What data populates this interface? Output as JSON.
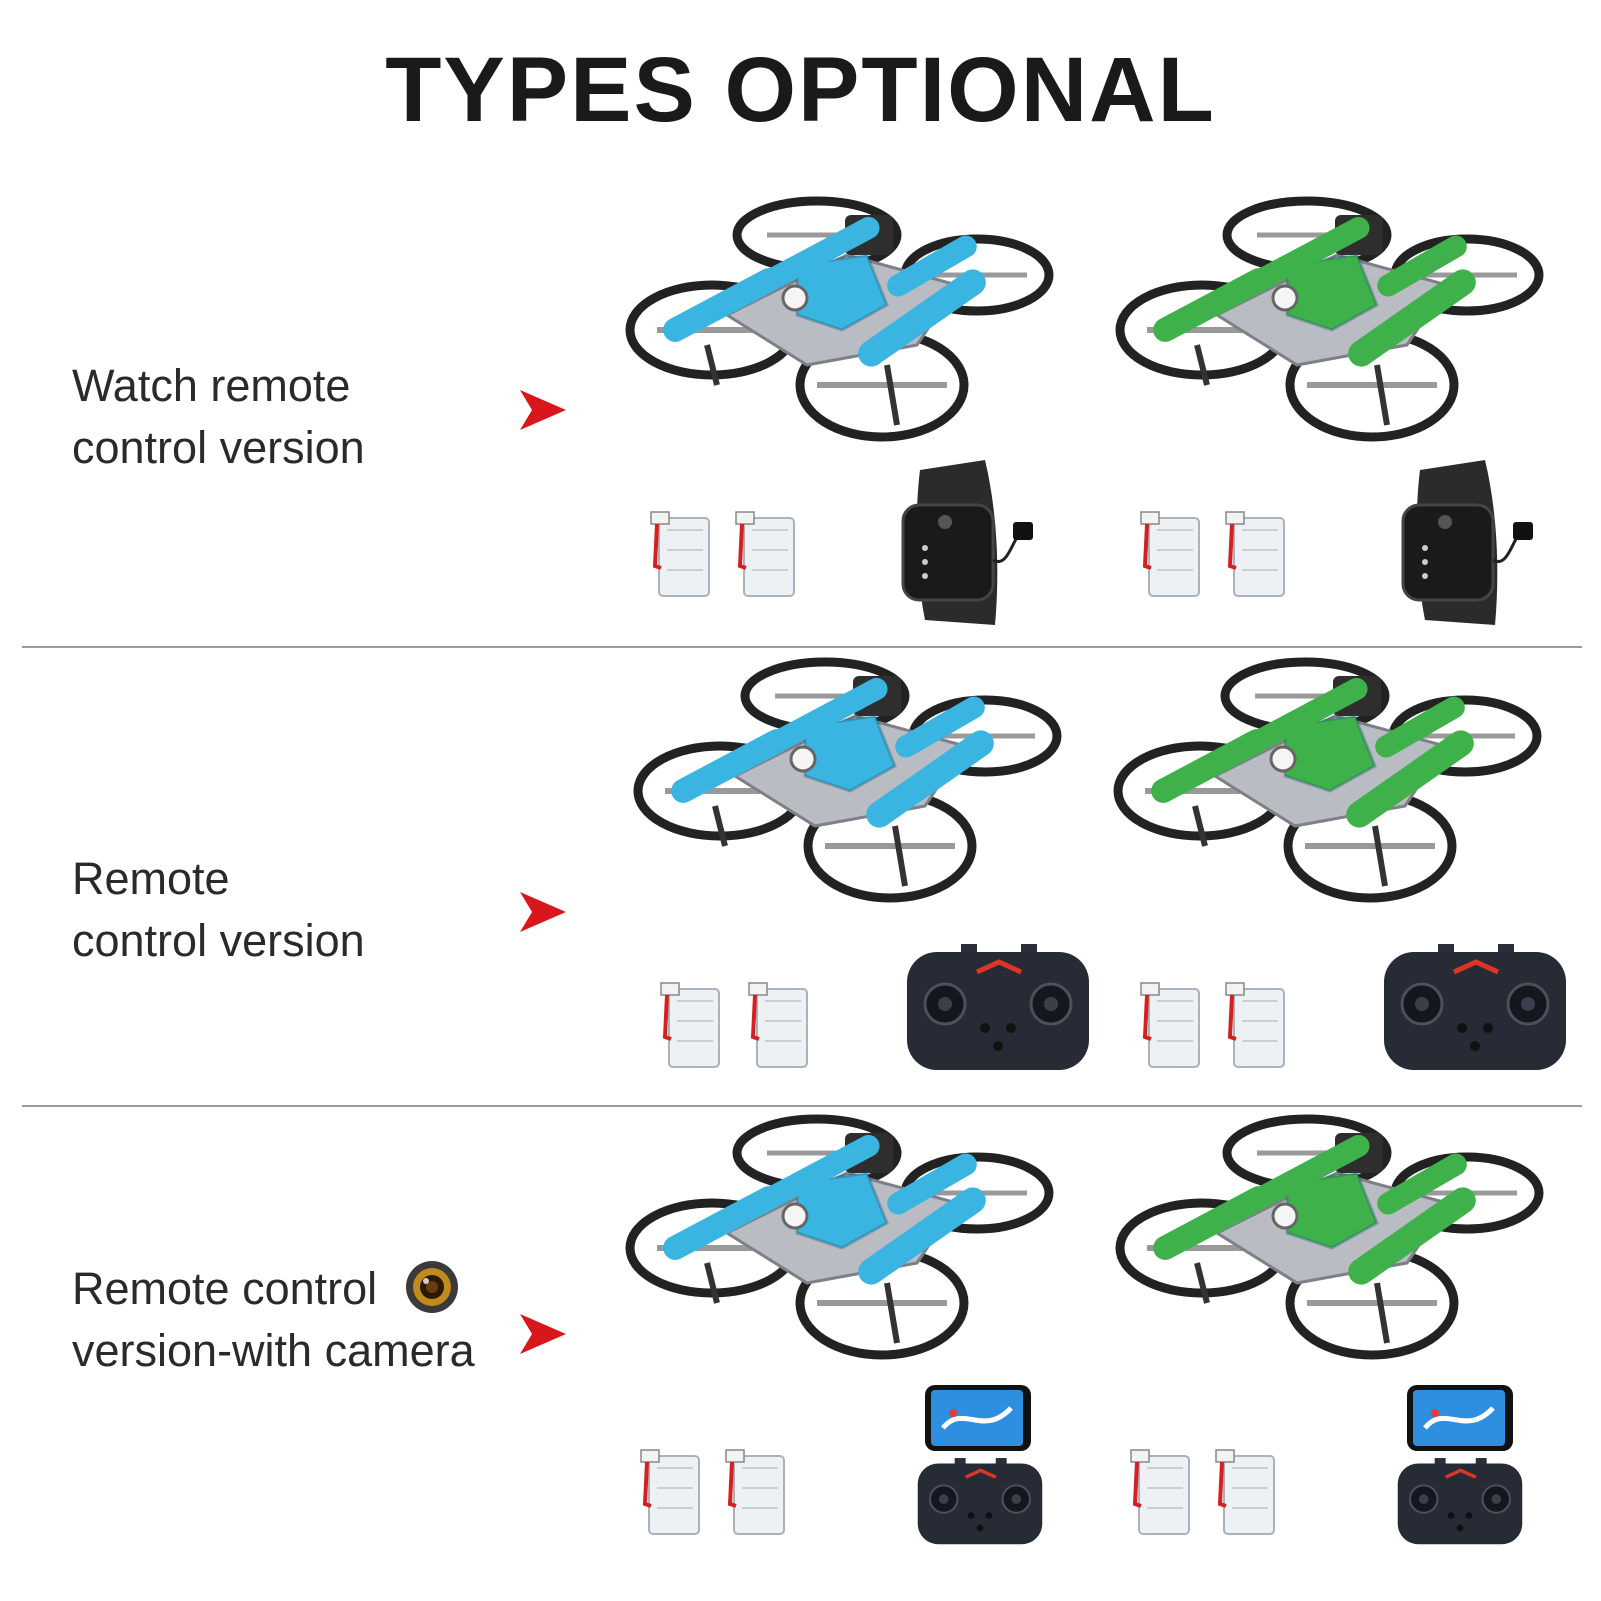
{
  "title": "TYPES OPTIONAL",
  "accent_color": "#d9161c",
  "rows": [
    {
      "line1": "Watch remote",
      "line2": "control version",
      "controller": "watch-icon",
      "colors": [
        "#3ab4e0",
        "#3fb14a"
      ]
    },
    {
      "line1": "Remote",
      "line2": "control version",
      "controller": "gamepad-icon",
      "colors": [
        "#3ab4e0",
        "#3fb14a"
      ]
    },
    {
      "line1": "Remote control",
      "line2": "version-with camera",
      "controller": "gamepad-phone-icon",
      "badge": "camera-lens-icon",
      "colors": [
        "#3ab4e0",
        "#3fb14a"
      ]
    }
  ]
}
